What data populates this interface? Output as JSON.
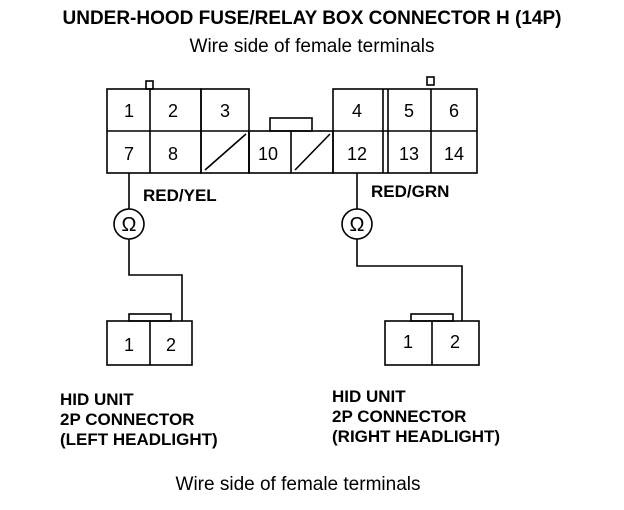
{
  "header": {
    "title": "UNDER-HOOD FUSE/RELAY BOX CONNECTOR H (14P)",
    "subtitle": "Wire side of female terminals"
  },
  "connector_h": {
    "pins": [
      "1",
      "2",
      "3",
      "4",
      "5",
      "6",
      "7",
      "8",
      "10",
      "12",
      "13",
      "14"
    ]
  },
  "wires": {
    "left": "RED/YEL",
    "right": "RED/GRN"
  },
  "meters": {
    "symbol": "Ω"
  },
  "left_unit": {
    "pins": [
      "1",
      "2"
    ],
    "line1": "HID UNIT",
    "line2": "2P CONNECTOR",
    "line3": "(LEFT HEADLIGHT)"
  },
  "right_unit": {
    "pins": [
      "1",
      "2"
    ],
    "line1": "HID UNIT",
    "line2": "2P CONNECTOR",
    "line3": "(RIGHT HEADLIGHT)"
  },
  "footer": {
    "caption": "Wire side of female terminals"
  }
}
